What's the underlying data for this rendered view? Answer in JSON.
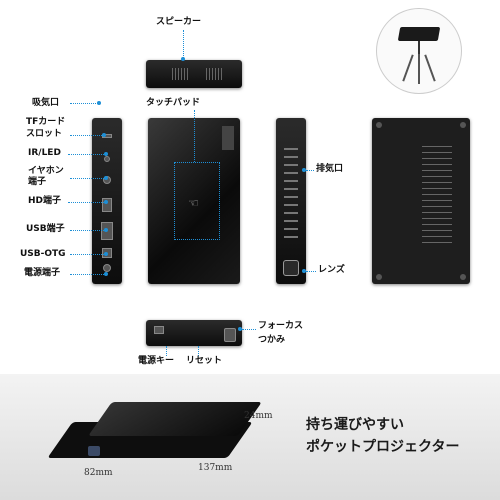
{
  "labels": {
    "speaker": "スピーカー",
    "touchpad": "タッチパッド",
    "intake": "吸気口",
    "tf_card_1": "TFカード",
    "tf_card_2": "スロット",
    "ir_led": "IR/LED",
    "earphone_1": "イヤホン",
    "earphone_2": "端子",
    "hd_port": "HD端子",
    "usb_port": "USB端子",
    "usb_otg": "USB-OTG",
    "power_port": "電源端子",
    "exhaust": "排気口",
    "lens": "レンズ",
    "focus_1": "フォーカス",
    "focus_2": "つかみ",
    "power_key": "電源キー",
    "reset": "リセット"
  },
  "banner": {
    "line1": "持ち運びやすい",
    "line2": "ポケットプロジェクター",
    "dim_height": "24mm",
    "dim_length": "137mm",
    "dim_width": "82mm"
  },
  "colors": {
    "accent": "#1d8fd6",
    "device": "#151515"
  }
}
